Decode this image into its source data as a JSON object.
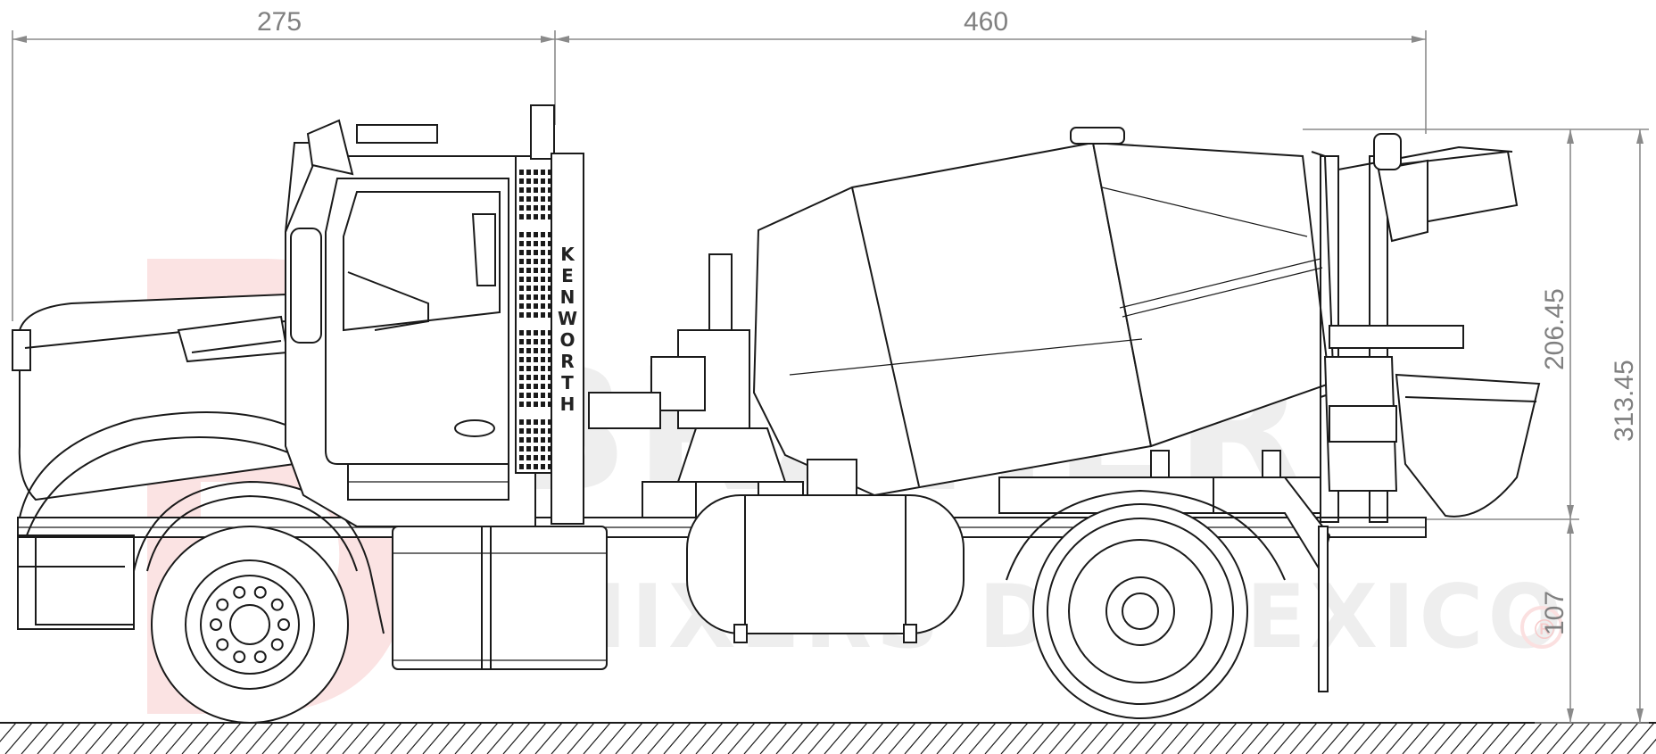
{
  "dimensions": {
    "cab_length": "275",
    "body_length": "460",
    "drum_height": "206.45",
    "total_height": "313.45",
    "chassis_height": "107"
  },
  "watermark": {
    "brand": "BRAHER",
    "subtitle": "MIXERS DE MEXICO",
    "registered_mark": "®"
  },
  "truck": {
    "brand_label": "KENWORTH"
  },
  "colors": {
    "watermark_red": "#fbe3e3",
    "watermark_gray": "#eeeeee",
    "dimension_gray": "#808080",
    "line": "#1a1a1a"
  }
}
